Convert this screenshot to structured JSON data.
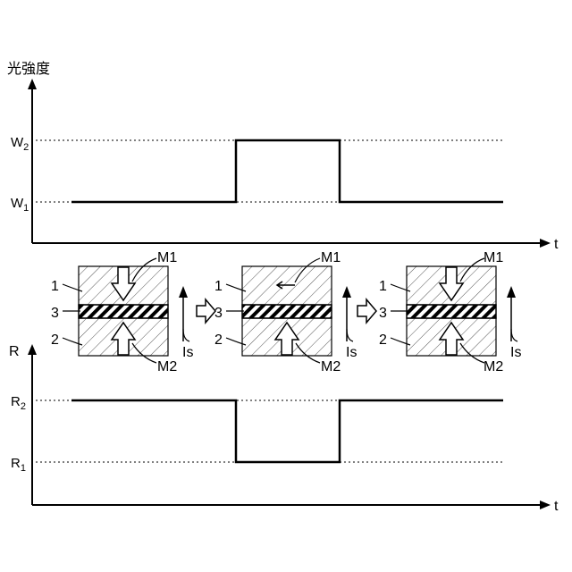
{
  "top_graph": {
    "y_label": "光強度",
    "x_label": "t",
    "level_high": {
      "main": "W",
      "sub": "2"
    },
    "level_low": {
      "main": "W",
      "sub": "1"
    }
  },
  "bottom_graph": {
    "y_label": "R",
    "x_label": "t",
    "level_high": {
      "main": "R",
      "sub": "2"
    },
    "level_low": {
      "main": "R",
      "sub": "1"
    }
  },
  "elements": [
    {
      "layer_top": "1",
      "layer_mid": "3",
      "layer_bot": "2",
      "marker_top": "M1",
      "marker_bot": "M2",
      "current": "Is"
    },
    {
      "layer_top": "1",
      "layer_mid": "3",
      "layer_bot": "2",
      "marker_top": "M1",
      "marker_bot": "M2",
      "current": "Is"
    },
    {
      "layer_top": "1",
      "layer_mid": "3",
      "layer_bot": "2",
      "marker_top": "M1",
      "marker_bot": "M2",
      "current": "Is"
    }
  ]
}
